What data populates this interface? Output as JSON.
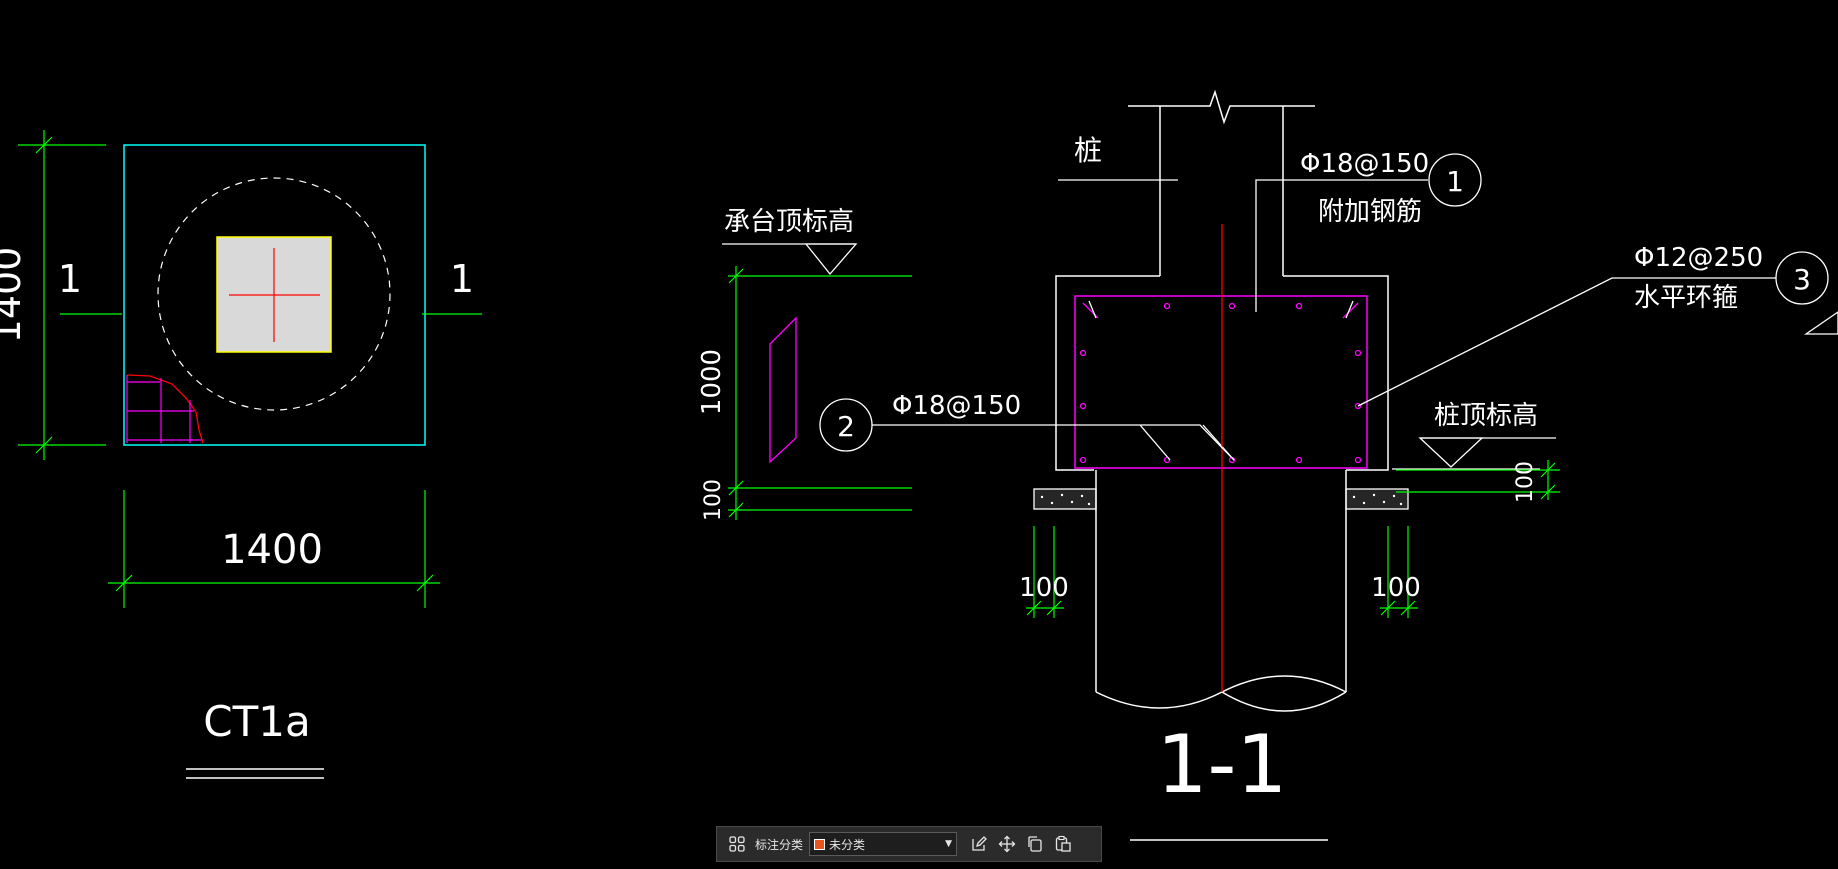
{
  "drawing": {
    "plan": {
      "dim_left": "1400",
      "dim_bottom": "1400",
      "section_mark_left": "1",
      "section_mark_right": "1",
      "name": "CT1a"
    },
    "section": {
      "title": "1-1",
      "label_pile": "桩",
      "label_cap_top": "承台顶标高",
      "label_pile_top": "桩顶标高",
      "rebar_1_spec": "Φ18@150",
      "rebar_1_desc": "附加钢筋",
      "rebar_1_num": "1",
      "rebar_2_spec": "Φ18@150",
      "rebar_2_num": "2",
      "rebar_3_spec": "Φ12@250",
      "rebar_3_desc": "水平环箍",
      "rebar_3_num": "3",
      "dim_cap_height": "1000",
      "dim_cushion": "100",
      "dim_cushion_right": "100",
      "dim_left_offset": "100",
      "dim_right_offset": "100"
    }
  },
  "toolbar": {
    "grid_icon": "grid-icon",
    "label": "标注分类",
    "category_value": "未分类",
    "category_color": "#e8561c",
    "icons": [
      "edit-icon",
      "move-icon",
      "copy-icon",
      "paste-icon"
    ]
  },
  "colors": {
    "background": "#000000",
    "dimension": "#00ff00",
    "outline": "#ffffff",
    "rebar": "#ff00ff",
    "axis": "#ff0000",
    "boundary": "#00ffff"
  }
}
